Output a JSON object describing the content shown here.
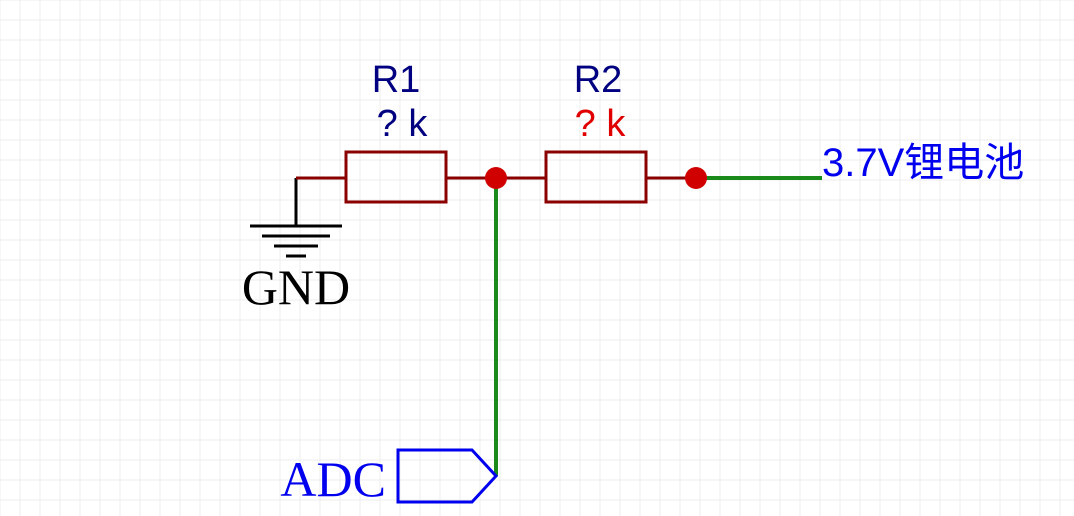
{
  "diagram": {
    "components": {
      "r1": {
        "designator": "R1",
        "value": "? k"
      },
      "r2": {
        "designator": "R2",
        "value": "? k"
      }
    },
    "net_labels": {
      "battery": "3.7V锂电池",
      "ground": "GND",
      "adc": "ADC"
    },
    "colors": {
      "background": "#ffffff",
      "grid": "#ececec",
      "resistor_body": "#8b0000",
      "wire_resistor_side": "#8b0000",
      "wire_net": "#1a8a1a",
      "junction": "#d00000",
      "designator_text": "#000080",
      "r1_value_text": "#000080",
      "r2_value_text": "#e00000",
      "net_label_text": "#0000ee",
      "ground_symbol": "#000000",
      "gnd_text": "#000000",
      "port_outline": "#0000ee"
    }
  }
}
